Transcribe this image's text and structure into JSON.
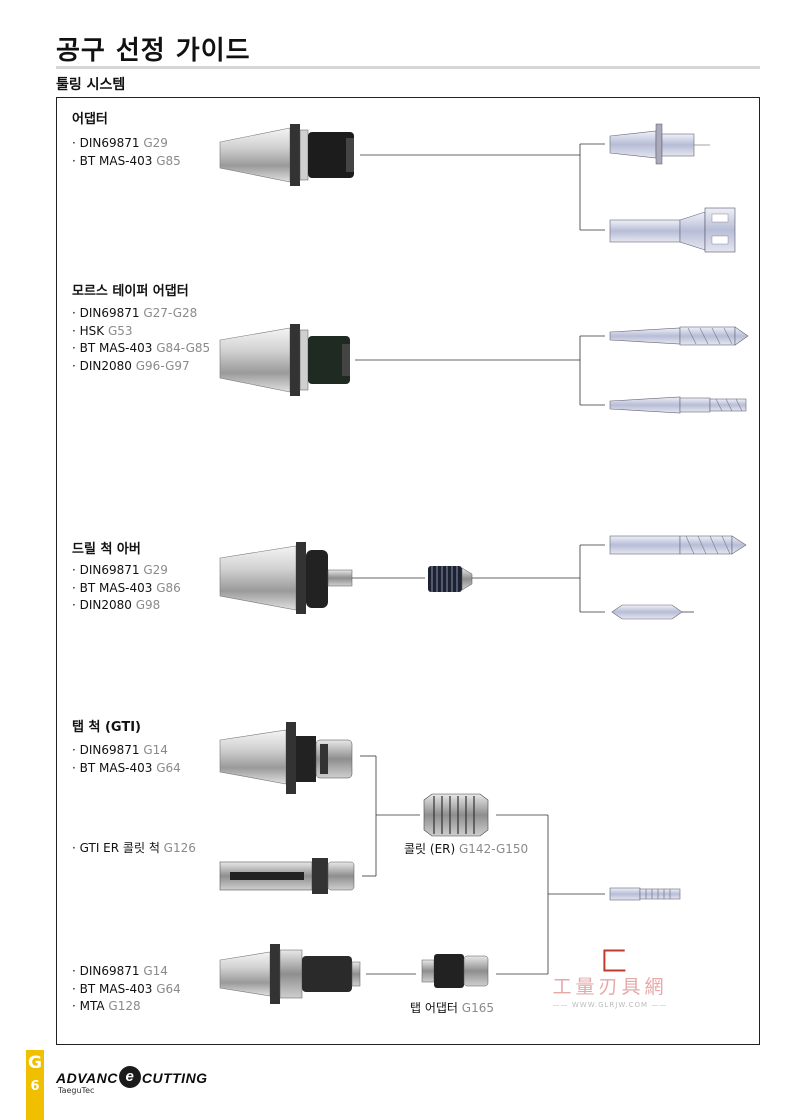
{
  "page": {
    "title": "공구 선정 가이드",
    "subtitle": "툴링 시스템"
  },
  "sections": {
    "adapter": {
      "title": "어댑터",
      "specs": [
        {
          "text": "· DIN69871 ",
          "ref": "G29"
        },
        {
          "text": "· BT MAS-403 ",
          "ref": "G85"
        }
      ]
    },
    "morse": {
      "title": "모르스 테이퍼 어댑터",
      "specs": [
        {
          "text": "· DIN69871 ",
          "ref": "G27-G28"
        },
        {
          "text": "· HSK ",
          "ref": "G53"
        },
        {
          "text": "· BT MAS-403 ",
          "ref": "G84-G85"
        },
        {
          "text": "· DIN2080 ",
          "ref": "G96-G97"
        }
      ]
    },
    "drill_chuck": {
      "title": "드릴 척 아버",
      "specs": [
        {
          "text": "· DIN69871 ",
          "ref": "G29"
        },
        {
          "text": "· BT MAS-403 ",
          "ref": "G86"
        },
        {
          "text": "· DIN2080 ",
          "ref": "G98"
        }
      ]
    },
    "tap_chuck": {
      "title": "탭 척 (GTI)",
      "specs_top": [
        {
          "text": "· DIN69871 ",
          "ref": "G14"
        },
        {
          "text": "· BT MAS-403 ",
          "ref": "G64"
        }
      ],
      "spec_mid": {
        "text": "· GTI ER 콜릿 척 ",
        "ref": "G126"
      },
      "specs_bottom": [
        {
          "text": "· DIN69871 ",
          "ref": "G14"
        },
        {
          "text": "· BT MAS-403 ",
          "ref": "G64"
        },
        {
          "text": "· MTA ",
          "ref": "G128"
        }
      ],
      "collet_label": {
        "text": "콜릿 (ER) ",
        "ref": "G142-G150"
      },
      "tap_adapter_label": {
        "text": "탭 어댑터 ",
        "ref": "G165"
      }
    }
  },
  "watermark": {
    "mark": "匚",
    "chars": "工量刃具網",
    "url": "—— WWW.GLRJW.COM ——"
  },
  "footer": {
    "tab_letter": "G",
    "page_number": "6",
    "logo_part1": "ADVANC",
    "logo_e": "e",
    "logo_part2": "CUTTING",
    "logo_sub": "TaeguTec"
  },
  "colors": {
    "tab": "#f0c000",
    "ref_gray": "#8a8a8a",
    "holder_dark": "#1c1c1c",
    "tool_blue": "#c8cce0"
  }
}
